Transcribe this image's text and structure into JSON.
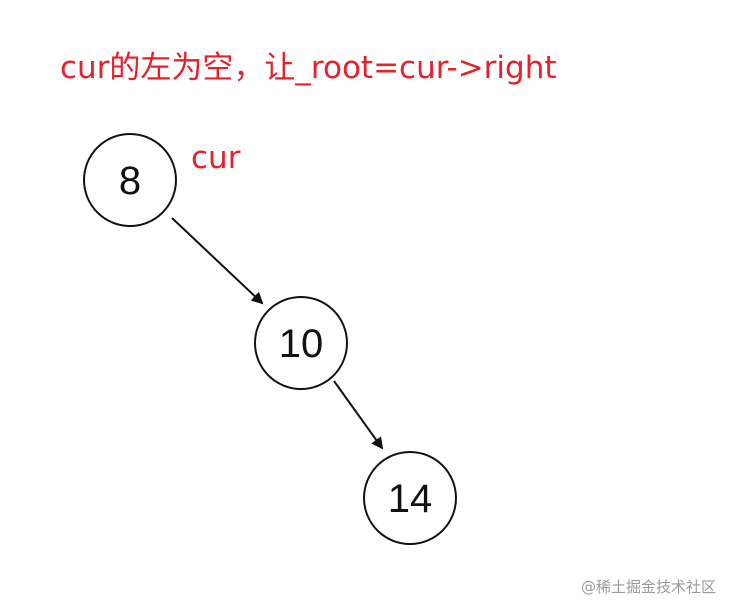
{
  "caption": "cur的左为空，让_root=cur->right",
  "pointer_label": "cur",
  "nodes": [
    {
      "id": "n8",
      "label": "8"
    },
    {
      "id": "n10",
      "label": "10"
    },
    {
      "id": "n14",
      "label": "14"
    }
  ],
  "edges": [
    {
      "from": "8",
      "to": "10"
    },
    {
      "from": "10",
      "to": "14"
    }
  ],
  "watermark": "@稀土掘金技术社区",
  "colors": {
    "annotation": "#e8202a",
    "node_stroke": "#111111",
    "edge": "#111111"
  }
}
